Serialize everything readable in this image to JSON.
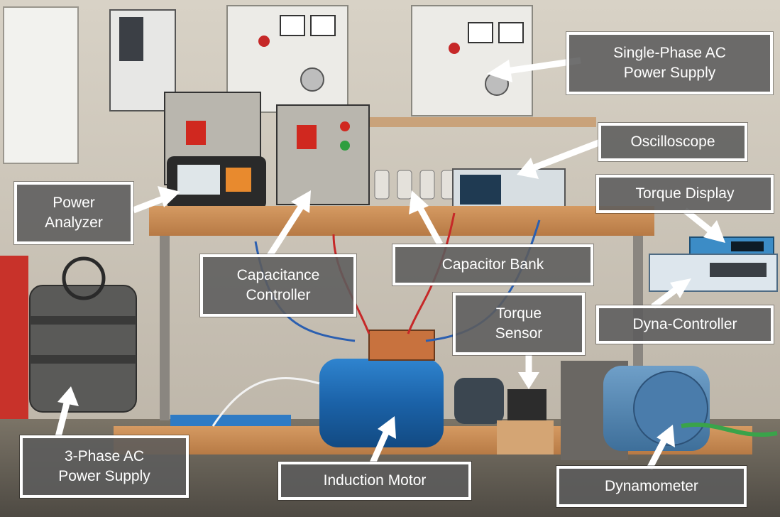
{
  "labels": {
    "single_phase": [
      "Single-Phase AC",
      "Power Supply"
    ],
    "oscilloscope": [
      "Oscilloscope"
    ],
    "torque_display": [
      "Torque Display"
    ],
    "power_analyzer": [
      "Power",
      "Analyzer"
    ],
    "capacitance_controller": [
      "Capacitance",
      "Controller"
    ],
    "capacitor_bank": [
      "Capacitor Bank"
    ],
    "torque_sensor": [
      "Torque",
      "Sensor"
    ],
    "dyna_controller": [
      "Dyna-Controller"
    ],
    "three_phase": [
      "3-Phase AC",
      "Power Supply"
    ],
    "induction_motor": [
      "Induction Motor"
    ],
    "dynamometer": [
      "Dynamometer"
    ]
  },
  "colors": {
    "label_fill": "#5c5c5c",
    "label_border": "#ffffff",
    "arrow": "#ffffff",
    "motor_blue": "#1f6fb8",
    "table_wood": "#c98a52"
  }
}
